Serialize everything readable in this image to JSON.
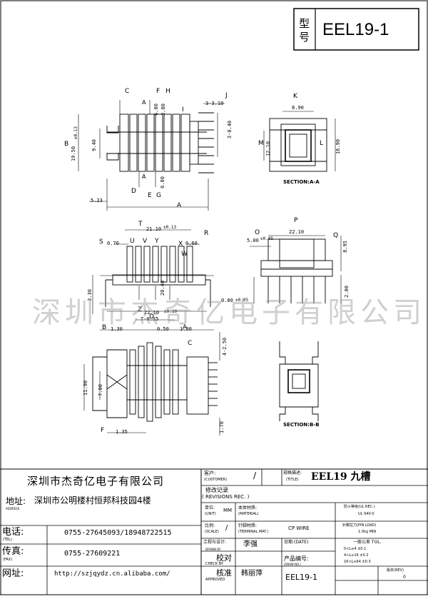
{
  "model_box": {
    "label": "型号",
    "model": "EEL19-1"
  },
  "watermark": "深圳市杰奇亿电子有限公司",
  "dims": {
    "A": "A",
    "B": "B",
    "C": "C",
    "D": "D",
    "E": "E",
    "F": "F",
    "G": "G",
    "H": "H",
    "I": "I",
    "J": "J",
    "K": "K",
    "L": "L",
    "M": "M",
    "N": "N",
    "O": "O",
    "P": "P",
    "Q": "Q",
    "R": "R",
    "S": "S",
    "T": "T",
    "U": "U",
    "V": "V",
    "W": "W",
    "X": "X",
    "Y": "Y",
    "Z": "Z",
    "v_3_10": "3-3.10",
    "v_3_0_40": "3-0.40",
    "v_19_50": "19.50",
    "v_9_40": "9.40",
    "v_5_23": "5.23",
    "v_6_00": "6.00",
    "v_3_80": "3.80",
    "v_6_80": "6.80",
    "v_8_90": "8.90",
    "v_12_10": "12.10",
    "v_16_90": "16.90",
    "v_0_70": "0.70",
    "v_0_60": "0.60",
    "v_21_10": "21.10",
    "v_22_10": "22.10",
    "v_5_00": "5.00",
    "v_8_95": "8.95",
    "v_2_00": "2.00",
    "v_3_30": "3.30",
    "v_20_40": "20.40",
    "v_0_80": "0.80",
    "v_1_30": "1.30",
    "v_7_0_35": "7-0.35",
    "v_0_50": "0.50",
    "v_4_2_50": "4-2.50",
    "v_11_90": "11.90",
    "v_7_00": "7.00",
    "v_1_35": "1.35",
    "v_1_70": "1.70",
    "tol_13": "±0.13",
    "tol_05": "±0.05",
    "tol_10": "±0.10",
    "section_aa": "SECTION:A-A",
    "section_bb": "SECTION:B-B"
  },
  "company": {
    "name": "深圳市杰奇亿电子有限公司",
    "address_label": "地址:",
    "address_sub": "ADDRESS",
    "address": "深圳市公明楼村恒邦科技园4楼",
    "tel_label": "电话:",
    "tel_sub": "(TEL)",
    "tel": "0755-27645093/18948722515",
    "fax_label": "传真:",
    "fax_sub": "(FAX)",
    "fax": "0755-27609221",
    "web_label": "网址:",
    "web": "http://szjqydz.cn.alibaba.com/"
  },
  "title_block": {
    "customer_label": "客户:",
    "customer_sub": "(CUSTOMER)",
    "customer_value": "/",
    "title_label": "规格描述:",
    "title_sub": "(TITLE)",
    "title_value": "EEL19 九槽",
    "revisions_label": "修改记录",
    "revisions_sub": "( REVISIONS REC. )",
    "unit_label": "单位:",
    "unit_sub": "(UNIT)",
    "unit_value": "MM",
    "material_label": "本体材质:",
    "material_sub": "(MATERIAL)",
    "ul_label": "防火等级(UL REC.)",
    "ul_value": "UL 94V-0",
    "scale_label": "比例:",
    "scale_sub": "(SCALE)",
    "scale_value": "/",
    "terminal_label": "针脚材质:",
    "terminal_sub": "(TERMINAL MAT.)",
    "terminal_value": "CP WIRE",
    "pin_pull_label": "针脚拉力(PIN LOAD)",
    "pin_pull_value": "1.0kg MIN",
    "design_label": "工程与设计:",
    "drawn_sub": "DRAWN BY",
    "drawn_value": "李强",
    "date_label": "日期:(DATE)",
    "tol_header": "一般公差 TOL.",
    "tol_rows": [
      "0<L≤4   ±0.1",
      "4<L≤16  ±0.2",
      "16<L≤64 ±0.3"
    ],
    "check_label": "校对",
    "check_sub": "CHECK BY",
    "product_label": "产品编号:",
    "product_sub": "(DRAW NO.)",
    "product_value": "EEL19-1",
    "approve_label": "核准",
    "approve_sub": "APPROVED",
    "approve_value": "韩丽萍",
    "rev_label": "版本(REV)",
    "rev_value": "0"
  }
}
